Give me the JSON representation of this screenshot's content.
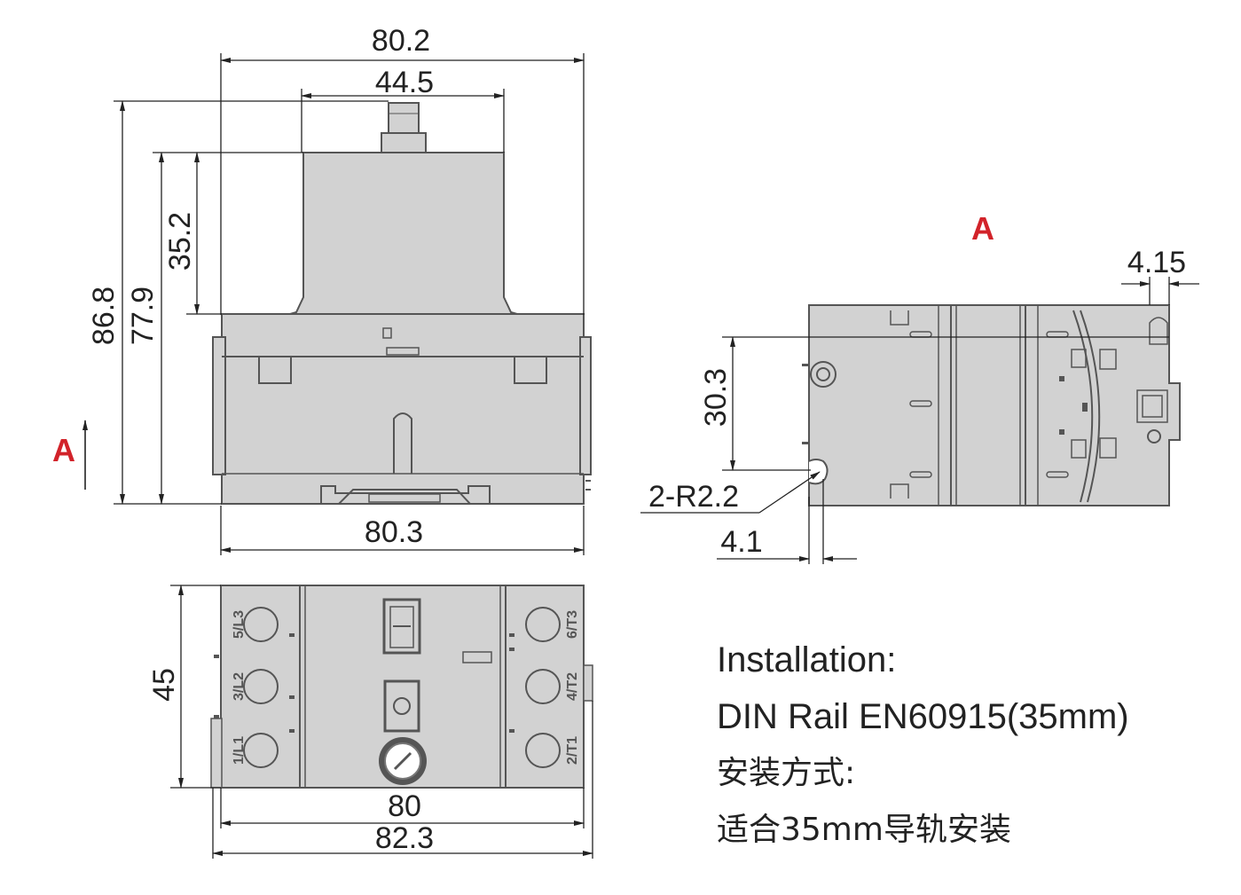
{
  "colors": {
    "body": "#d2d2d2",
    "outline": "#555555",
    "dimension": "#222222",
    "accent": "#d2232a"
  },
  "front_view": {
    "width_overall": "80.2",
    "width_top": "44.5",
    "height_overall": "86.8",
    "height_body": "77.9",
    "height_top": "35.2",
    "width_base": "80.3",
    "view_arrow_label": "A"
  },
  "side_view": {
    "title": "A",
    "dim_top_right": "4.15",
    "dim_vertical": "30.3",
    "dim_radius": "2-R2.2",
    "dim_bottom": "4.1"
  },
  "top_view": {
    "height": "45",
    "width_inner": "80",
    "width_overall": "82.3",
    "terminals_left": [
      "5/L3",
      "3/L2",
      "1/L1"
    ],
    "terminals_right": [
      "6/T3",
      "4/T2",
      "2/T1"
    ]
  },
  "notes": {
    "line1": "Installation:",
    "line2": "DIN Rail EN60915(35mm)",
    "line3": "安装方式:",
    "line4": "适合35mm导轨安装"
  }
}
